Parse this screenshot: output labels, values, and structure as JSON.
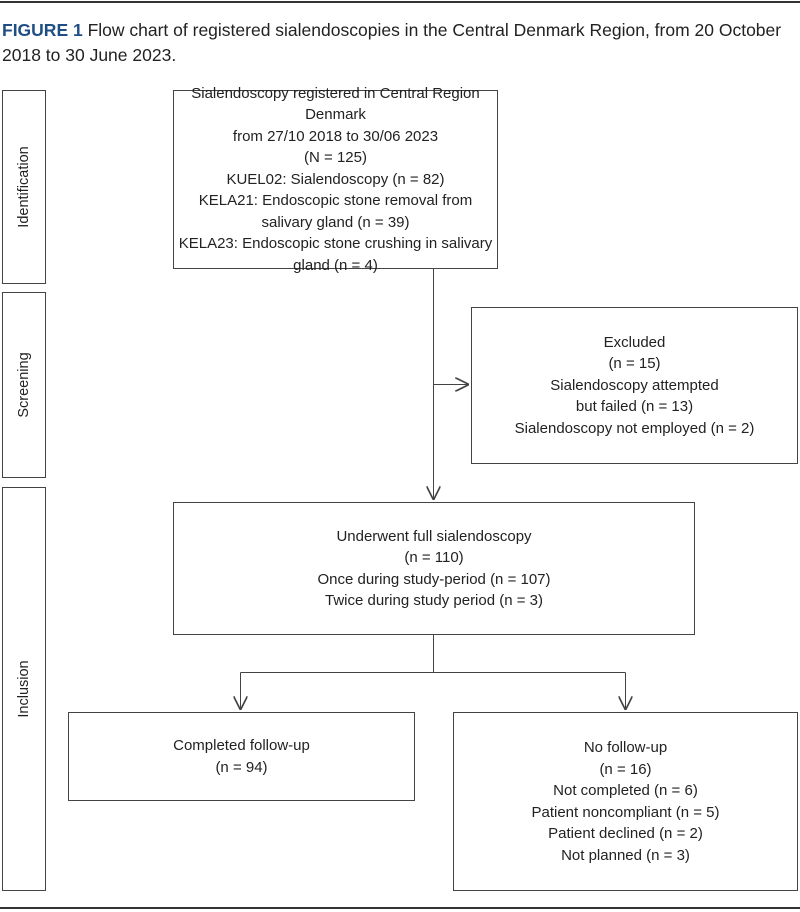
{
  "caption": {
    "label": "FIGURE 1",
    "text": " Flow chart of registered sialendoscopies in the Central Denmark Region, from 20 October 2018 to 30 June 2023.",
    "label_color": "#1f4e85"
  },
  "stages": [
    "Identification",
    "Screening",
    "Inclusion"
  ],
  "boxes": {
    "registered": [
      "Sialendoscopy registered in Central Region Denmark",
      "from 27/10 2018 to 30/06 2023",
      "(N = 125)",
      "KUEL02: Sialendoscopy (n = 82)",
      "KELA21: Endoscopic stone removal from salivary gland (n = 39)",
      "KELA23: Endoscopic stone crushing in salivary gland (n = 4)"
    ],
    "excluded": [
      "Excluded",
      "(n = 15)",
      "Sialendoscopy attempted",
      "but failed (n = 13)",
      "Sialendoscopy not employed (n = 2)"
    ],
    "full": [
      "Underwent full sialendoscopy",
      "(n = 110)",
      "Once during study-period (n = 107)",
      "Twice during study period (n = 3)"
    ],
    "completed": [
      "Completed follow-up",
      "(n = 94)"
    ],
    "no_followup": [
      "No follow-up",
      "(n = 16)",
      "Not completed (n = 6)",
      "Patient noncompliant (n = 5)",
      "Patient declined (n = 2)",
      "Not planned (n = 3)"
    ]
  }
}
